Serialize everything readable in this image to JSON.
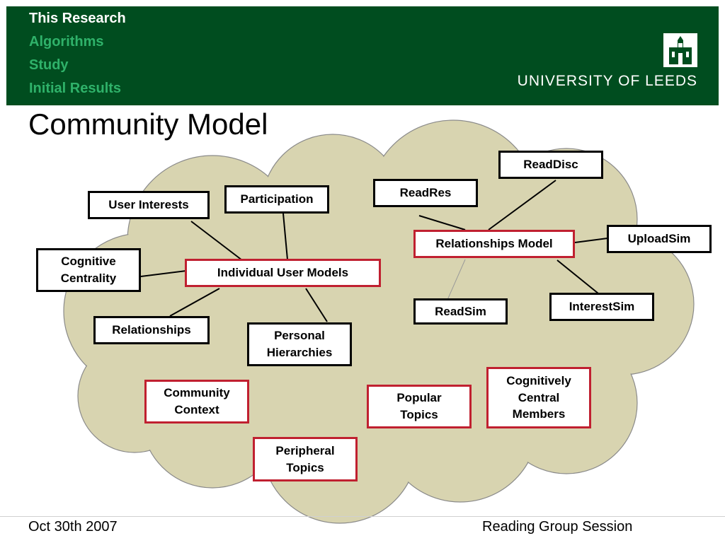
{
  "header": {
    "nav": [
      {
        "label": "This Research",
        "color": "#ffffff"
      },
      {
        "label": "Algorithms",
        "color": "#2fb26a"
      },
      {
        "label": "Study",
        "color": "#2fb26a"
      },
      {
        "label": "Initial Results",
        "color": "#2fb26a"
      }
    ],
    "logo_text": "UNIVERSITY OF LEEDS",
    "background": "#004d1f"
  },
  "title": "Community Model",
  "cloud_color": "#d8d4b0",
  "nodes": {
    "user_interests": "User Interests",
    "participation": "Participation",
    "cognitive_centrality": "Cognitive\nCentrality",
    "individual_user_models": "Individual User Models",
    "relationships": "Relationships",
    "personal_hierarchies": "Personal\nHierarchies",
    "community_context": "Community\nContext",
    "popular_topics": "Popular\nTopics",
    "peripheral_topics": "Peripheral\nTopics",
    "readdisc": "ReadDisc",
    "readres": "ReadRes",
    "relationships_model": "Relationships Model",
    "uploadsim": "UploadSim",
    "readsim": "ReadSim",
    "interestsim": "InterestSim",
    "cognitively_central_members": "Cognitively\nCentral\nMembers"
  },
  "footer": {
    "date": "Oct 30th 2007",
    "session": "Reading Group Session"
  }
}
